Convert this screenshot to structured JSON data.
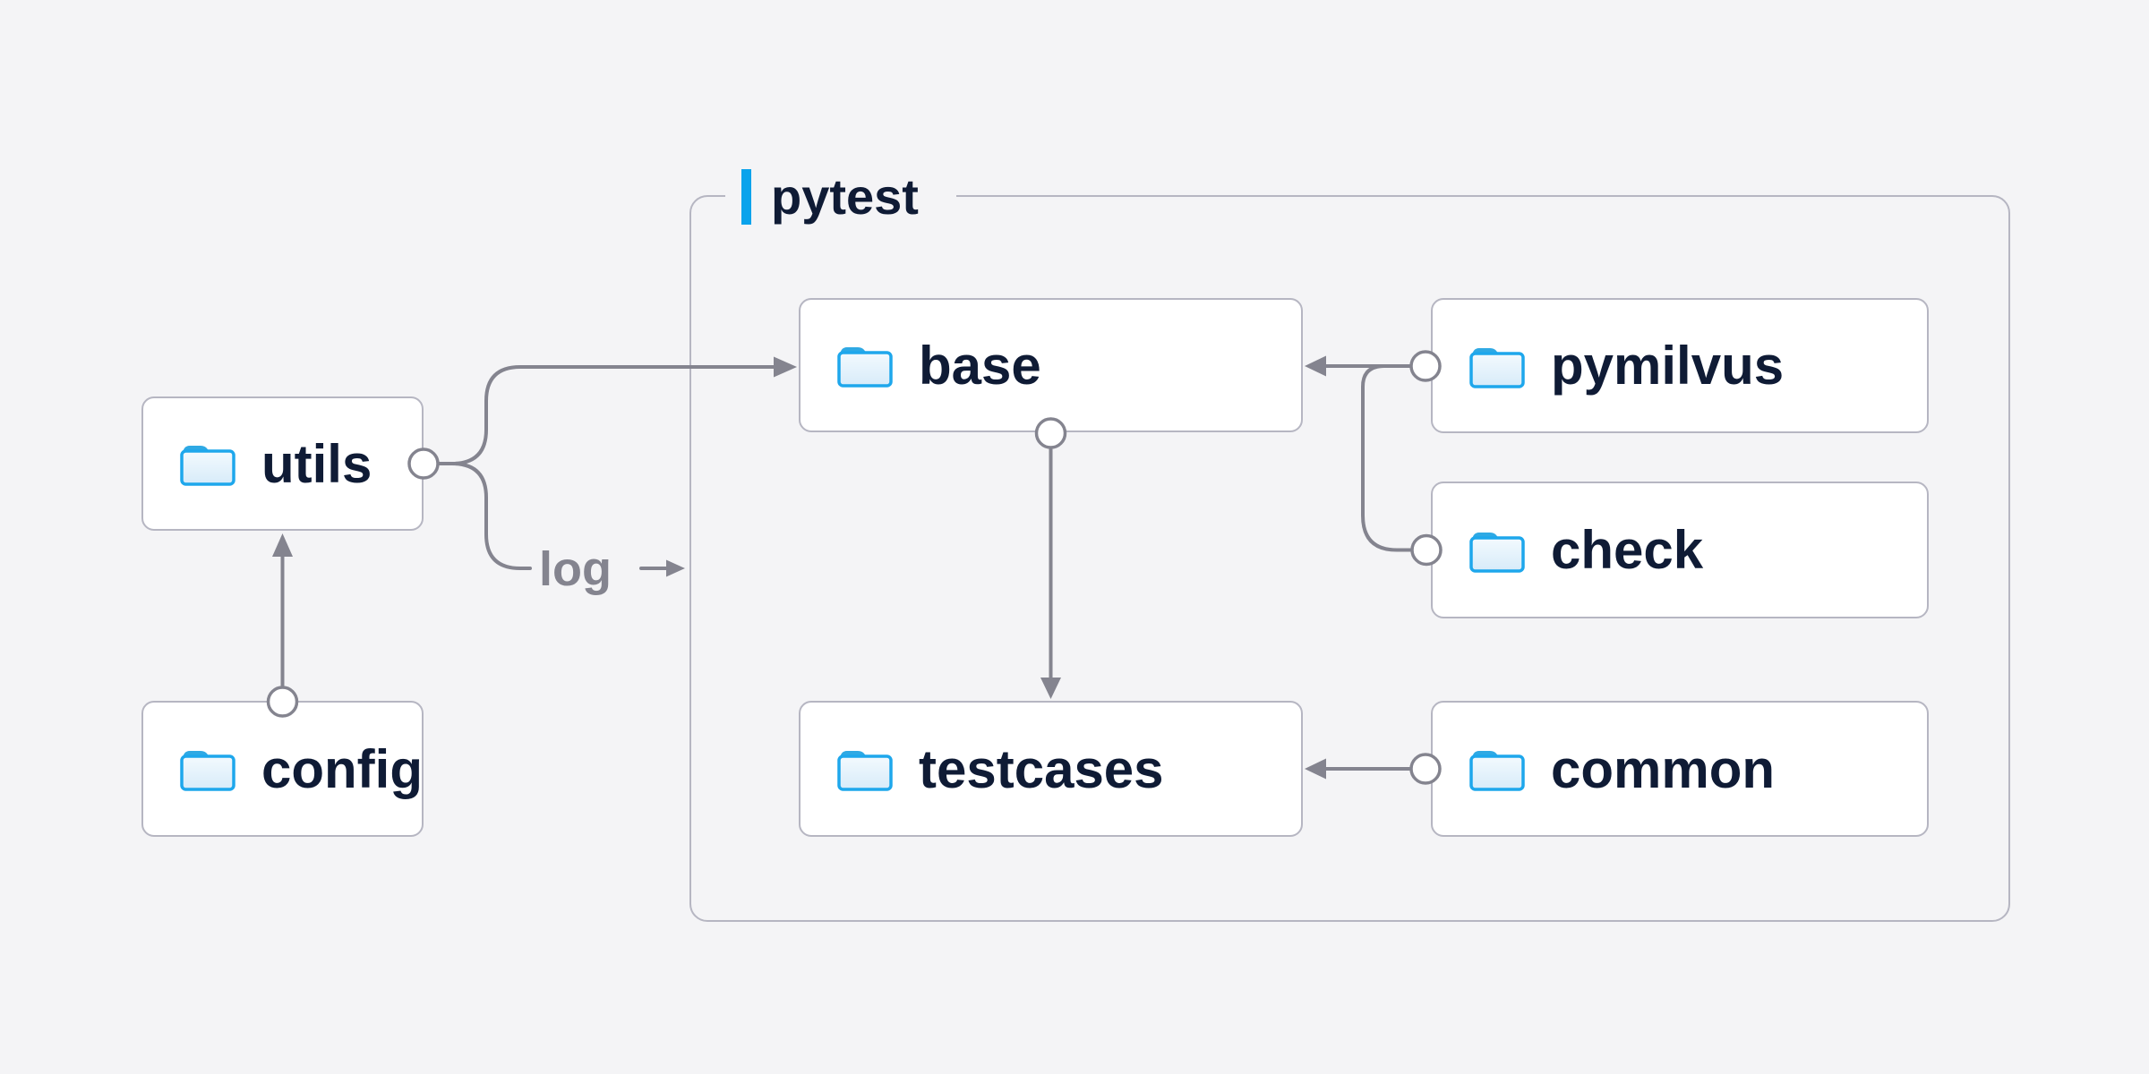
{
  "theme": {
    "background": "#f4f4f6",
    "node_bg": "#ffffff",
    "node_border": "#b6b6c2",
    "text": "#0f1b35",
    "line": "#84848f",
    "accent": "#0aa3ec",
    "folder_stroke": "#1ea7ec",
    "folder_tab": "#2fa9e4",
    "folder_fill_top": "#f3fafe",
    "folder_fill_bottom": "#d7ebf9"
  },
  "container": {
    "label": "pytest"
  },
  "nodes": [
    {
      "id": "utils",
      "label": "utils",
      "icon": "folder-icon"
    },
    {
      "id": "config",
      "label": "config",
      "icon": "folder-icon"
    },
    {
      "id": "base",
      "label": "base",
      "icon": "folder-icon"
    },
    {
      "id": "testcases",
      "label": "testcases",
      "icon": "folder-icon"
    },
    {
      "id": "pymilvus",
      "label": "pymilvus",
      "icon": "folder-icon"
    },
    {
      "id": "check",
      "label": "check",
      "icon": "folder-icon"
    },
    {
      "id": "common",
      "label": "common",
      "icon": "folder-icon"
    }
  ],
  "edges": [
    {
      "from": "config",
      "to": "utils",
      "label": ""
    },
    {
      "from": "utils",
      "to": "base",
      "label": ""
    },
    {
      "from": "utils",
      "to": "pytest-container",
      "label": "log"
    },
    {
      "from": "base",
      "to": "testcases",
      "label": ""
    },
    {
      "from": "pymilvus",
      "to": "base",
      "label": ""
    },
    {
      "from": "check",
      "to": "base",
      "label": ""
    },
    {
      "from": "common",
      "to": "testcases",
      "label": ""
    }
  ]
}
